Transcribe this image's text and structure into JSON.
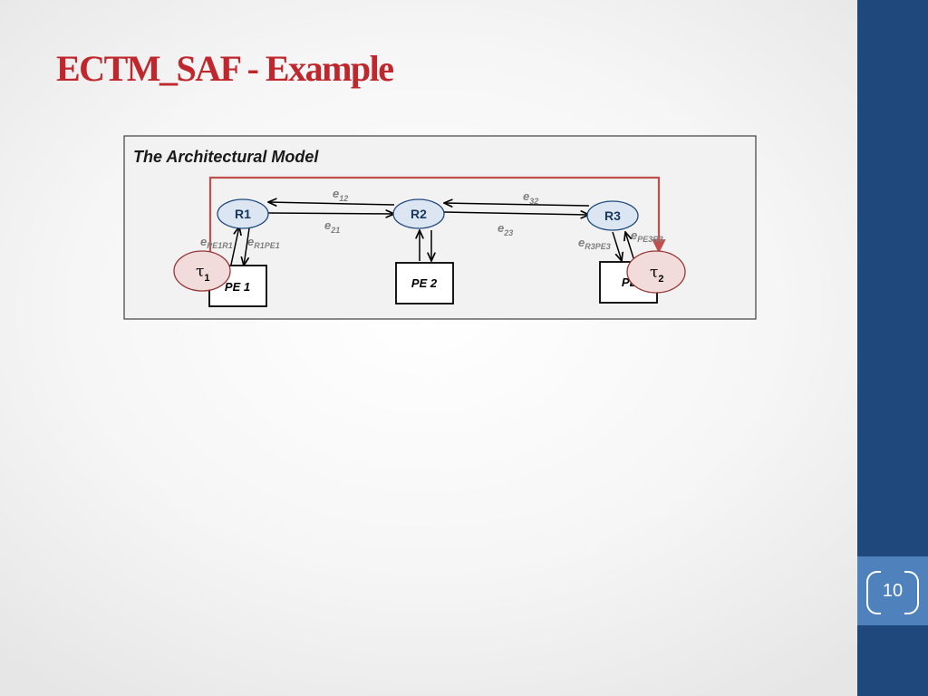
{
  "slide": {
    "title": "ECTM_SAF - Example",
    "page_number": "10"
  },
  "diagram": {
    "panel_title": "The Architectural Model",
    "routers": [
      {
        "id": "r1",
        "label": "R1"
      },
      {
        "id": "r2",
        "label": "R2"
      },
      {
        "id": "r3",
        "label": "R3"
      }
    ],
    "processing_elements": [
      {
        "id": "pe1",
        "label": "PE 1"
      },
      {
        "id": "pe2",
        "label": "PE 2"
      },
      {
        "id": "pe3",
        "label": "PE 3"
      }
    ],
    "tasks": [
      {
        "id": "t1",
        "symbol": "τ",
        "index": "1"
      },
      {
        "id": "t2",
        "symbol": "τ",
        "index": "2"
      }
    ],
    "edges": [
      {
        "id": "e12",
        "base": "e",
        "sub": "12"
      },
      {
        "id": "e21",
        "base": "e",
        "sub": "21"
      },
      {
        "id": "e23",
        "base": "e",
        "sub": "23"
      },
      {
        "id": "e32",
        "base": "e",
        "sub": "32"
      },
      {
        "id": "epe1r1",
        "base": "e",
        "sub": "PE1R1"
      },
      {
        "id": "er1pe1",
        "base": "e",
        "sub": "R1PE1"
      },
      {
        "id": "er3pe3",
        "base": "e",
        "sub": "R3PE3"
      },
      {
        "id": "epe3r3",
        "base": "e",
        "sub": "PE3R3"
      }
    ],
    "colors": {
      "panel_fill": "#f2f2f2",
      "router_fill": "#dce6f2",
      "router_stroke": "#1f497d",
      "task_fill": "#f2dcdb",
      "task_stroke": "#953735",
      "comm_path": "#c0504d",
      "edge_label": "#7f7f7f",
      "title": "#c0272d",
      "sidebar": "#1f497d",
      "page_badge": "#4f81bd"
    }
  }
}
